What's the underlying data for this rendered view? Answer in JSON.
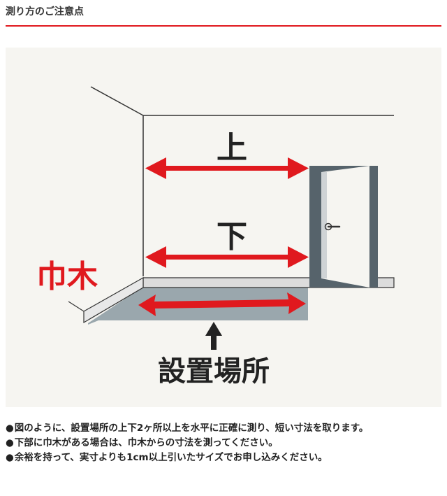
{
  "header": {
    "title": "測り方のご注意点"
  },
  "figure": {
    "label_top": "上",
    "label_bottom": "下",
    "label_baseboard": "巾木",
    "label_location": "設置場所"
  },
  "colors": {
    "accent_red": "#e0191e",
    "floor_gray": "#9aa7ad",
    "door_frame": "#56636b",
    "line": "#333333",
    "background": "#f6f5f1"
  },
  "notes": [
    {
      "bullet": "●",
      "text": "図のように、設置場所の上下2ヶ所以上を水平に正確に測り、短い寸法を取ります。"
    },
    {
      "bullet": "●",
      "text": "下部に巾木がある場合は、巾木からの寸法を測ってください。"
    },
    {
      "bullet": "●",
      "text": "余裕を持って、実寸よりも1cm以上引いたサイズでお申し込みください。"
    }
  ]
}
